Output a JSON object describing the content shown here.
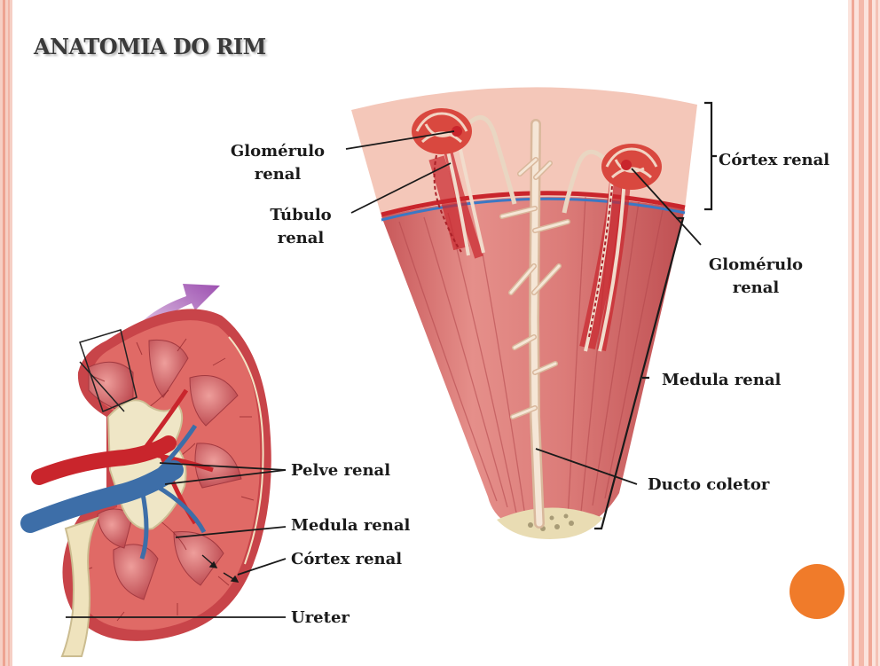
{
  "slide": {
    "title": "ANATOMIA DO RIM",
    "accent_dot_color": "#f07b2a",
    "border_color": "#f2b3a5"
  },
  "labels": {
    "glomerulo_left_1": "Glomérulo",
    "glomerulo_left_2": "renal",
    "tubulo_1": "Túbulo",
    "tubulo_2": "renal",
    "cortex_top": "Córtex renal",
    "glomerulo_right_1": "Glomérulo",
    "glomerulo_right_2": "renal",
    "medula_right": "Medula renal",
    "ducto": "Ducto  coletor",
    "pelve": "Pelve renal",
    "medula_bottom": "Medula renal",
    "cortex_bottom": "Córtex renal",
    "ureter": "Ureter"
  },
  "figures": [
    {
      "name": "renal-lobe-wedge",
      "depicts": "cortex, medulla, nephrons, collecting duct"
    },
    {
      "name": "kidney-cross-section",
      "depicts": "kidney with renal artery, vein, pelvis, ureter"
    }
  ]
}
